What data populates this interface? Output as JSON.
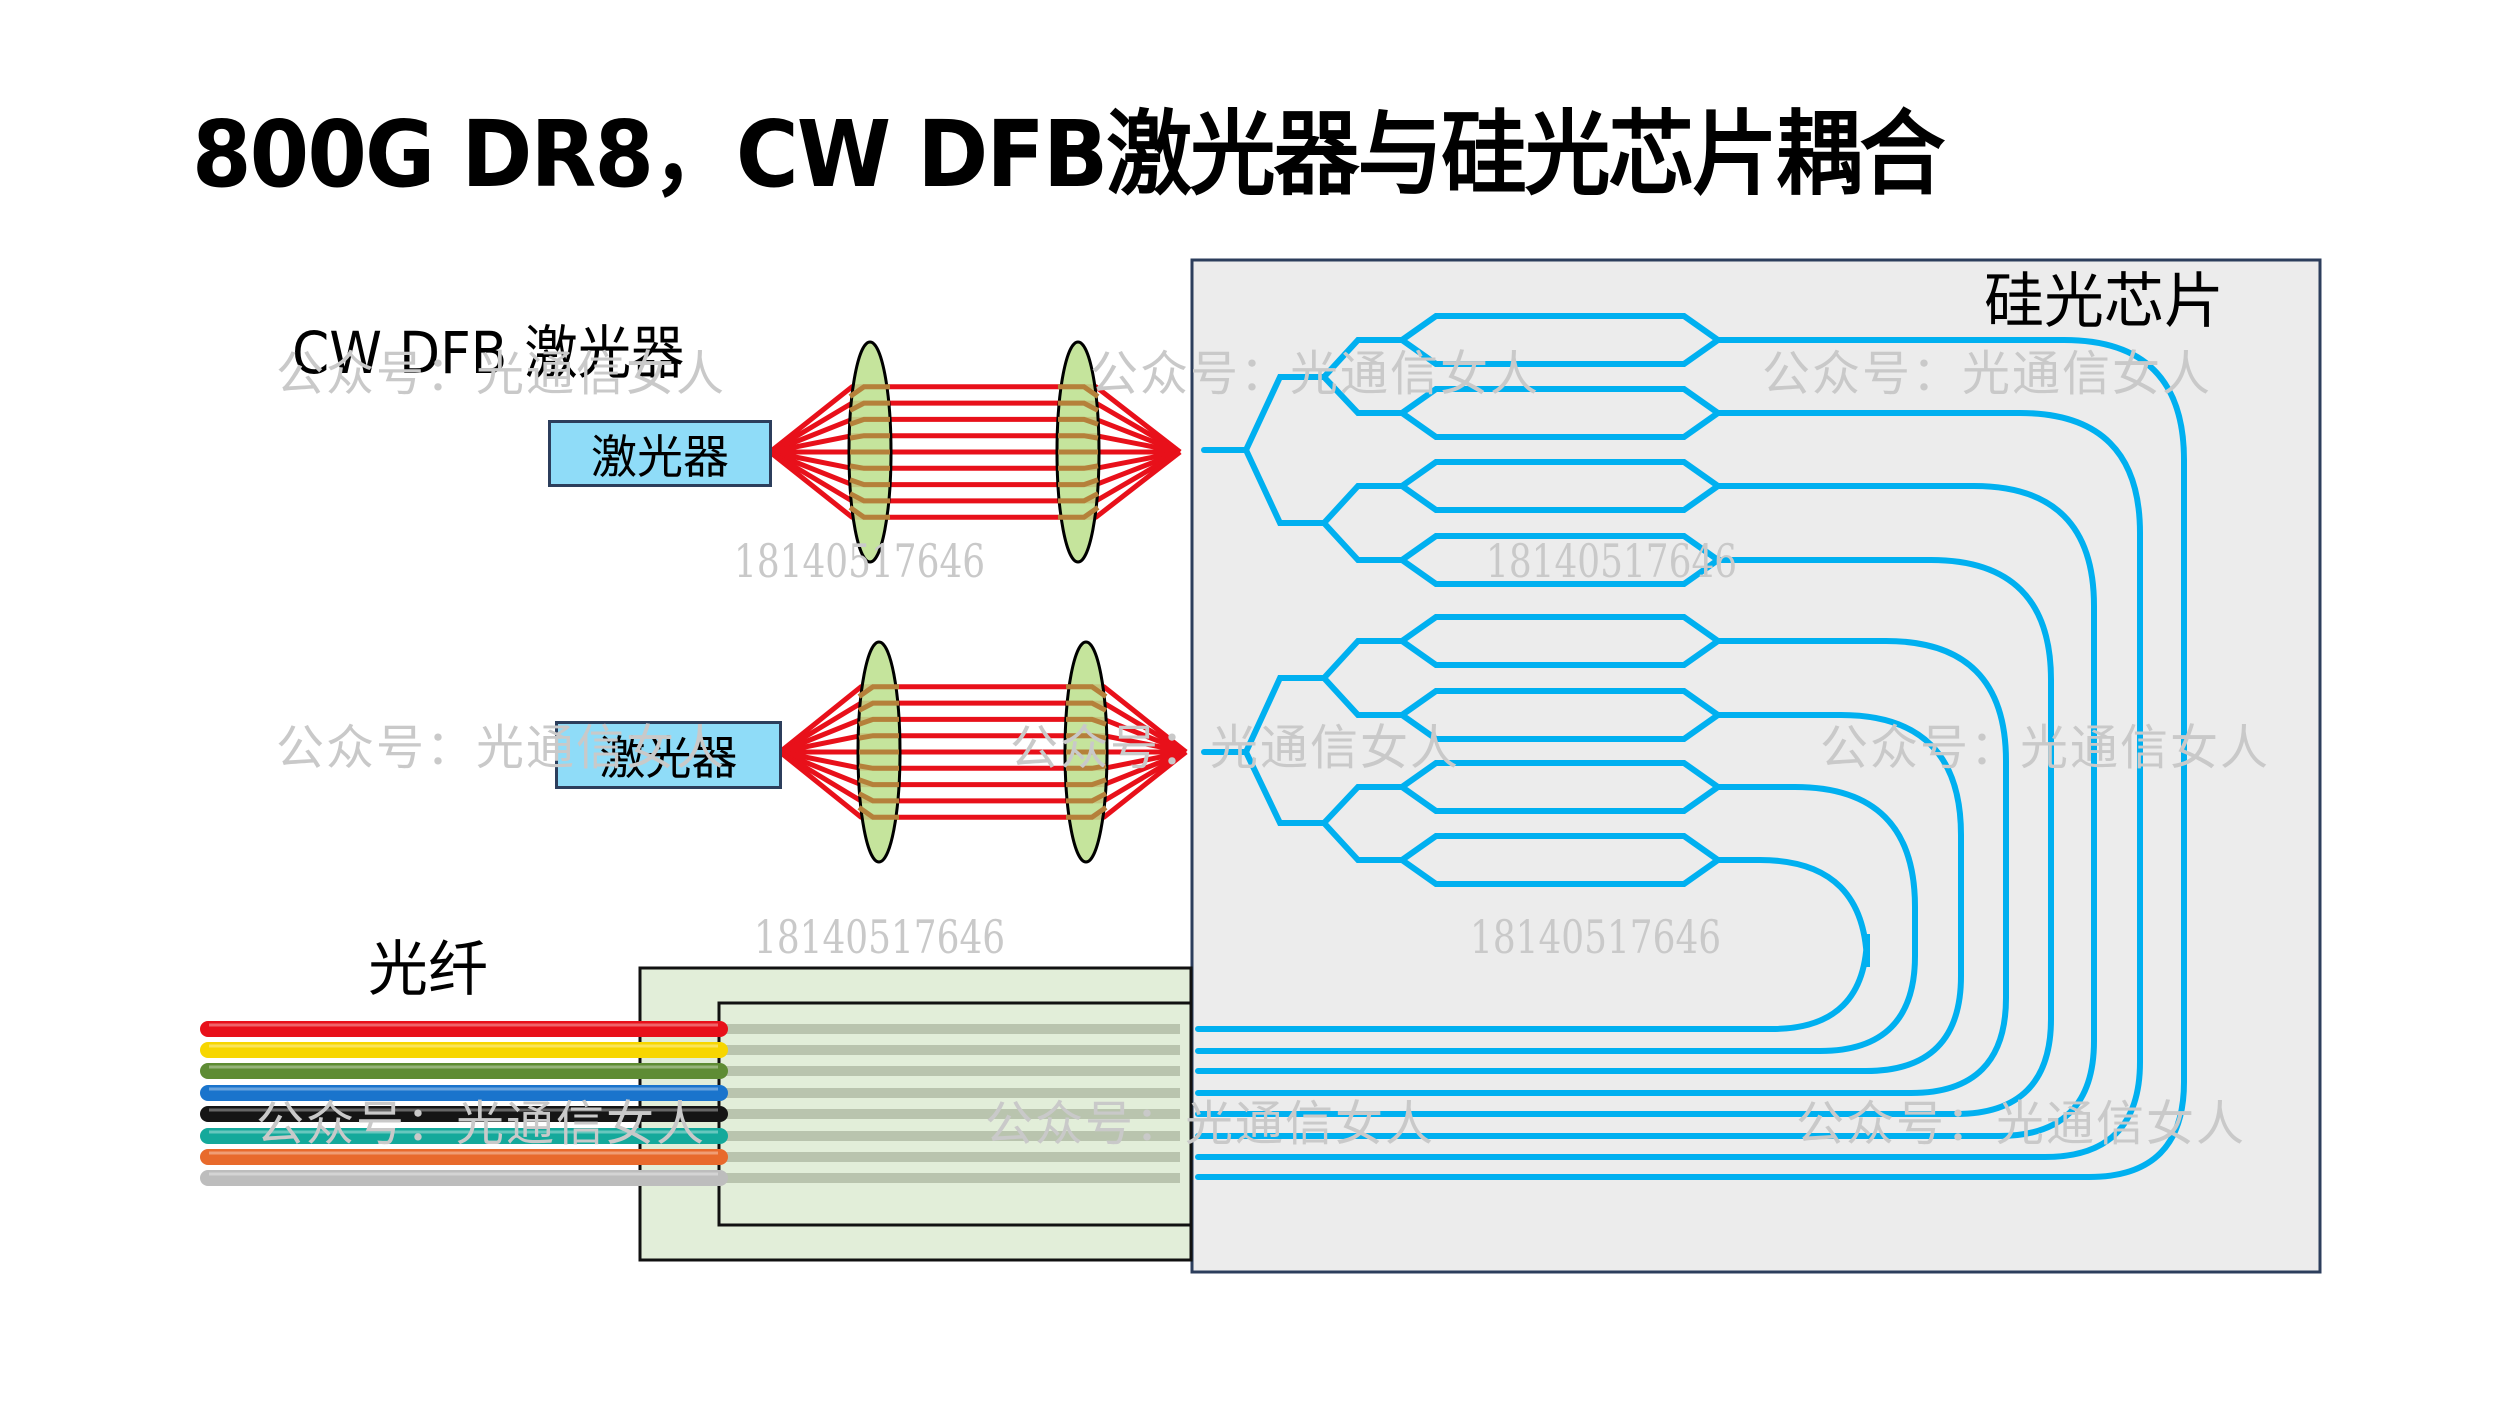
{
  "title": "800G DR8，CW DFB激光器与硅光芯片耦合",
  "labels": {
    "laser_section": "CW DFB 激光器",
    "laser_box_1": "激光器",
    "laser_box_2": "激光器",
    "chip": "硅光芯片",
    "fiber": "光纤"
  },
  "watermarks": {
    "account": "公众号：光通信女人",
    "phone": "18140517646"
  },
  "diagram": {
    "lasers": 2,
    "beams_per_laser": 9,
    "lenses_per_laser": 2,
    "splitter_outputs_per_laser": 4,
    "modulators": 8,
    "fiber_count": 8,
    "fiber_colors": [
      "#e8101a",
      "#f7d600",
      "#5e8c34",
      "#1a74cc",
      "#151515",
      "#14a99b",
      "#e86a2c",
      "#bdbdbd"
    ]
  },
  "colors": {
    "waveguide": "#00b0f0",
    "beam": "#e8101a",
    "lens_fill": "#bde08e",
    "laser_fill": "#8fdcf8",
    "chip_fill": "#ececec",
    "chip_border": "#2c3e5c",
    "ferrule_fill": "#e2eed9"
  }
}
